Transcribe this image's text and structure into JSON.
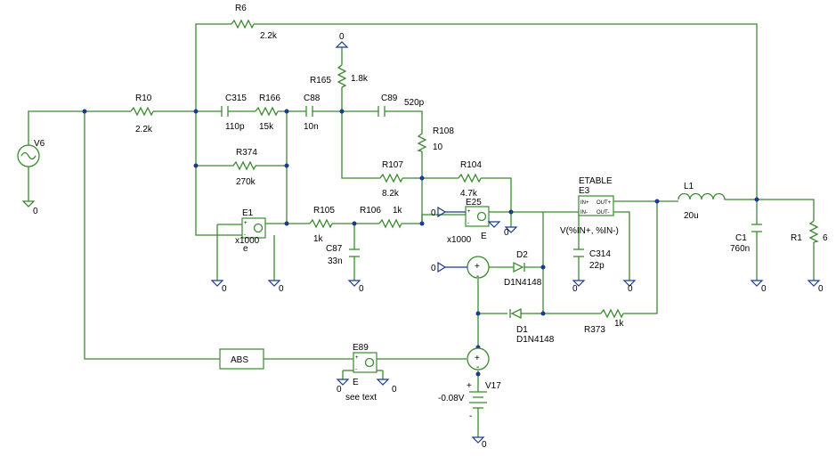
{
  "components": {
    "R6": {
      "ref": "R6",
      "value": "2.2k"
    },
    "R10": {
      "ref": "R10",
      "value": "2.2k"
    },
    "C315": {
      "ref": "C315",
      "value": "110p"
    },
    "R166": {
      "ref": "R166",
      "value": "15k"
    },
    "C88": {
      "ref": "C88",
      "value": "10n"
    },
    "R165": {
      "ref": "R165",
      "value": "1.8k"
    },
    "C89": {
      "ref": "C89",
      "value": "520p"
    },
    "R108": {
      "ref": "R108",
      "value": "10"
    },
    "R374": {
      "ref": "R374",
      "value": "270k"
    },
    "R107": {
      "ref": "R107",
      "value": "8.2k"
    },
    "R104": {
      "ref": "R104",
      "value": "4.7k"
    },
    "R105": {
      "ref": "R105",
      "value": "1k"
    },
    "R106": {
      "ref": "R106",
      "value": "1k"
    },
    "C87": {
      "ref": "C87",
      "value": "33n"
    },
    "E1": {
      "ref": "E1",
      "value": "x1000",
      "type": "e"
    },
    "E25": {
      "ref": "E25",
      "value": "x1000",
      "type": "E"
    },
    "E3": {
      "ref": "E3",
      "model": "ETABLE",
      "expr": "V(%IN+, %IN-)"
    },
    "C314": {
      "ref": "C314",
      "value": "22p"
    },
    "L1": {
      "ref": "L1",
      "value": "20u"
    },
    "C1": {
      "ref": "C1",
      "value": "760n"
    },
    "R1": {
      "ref": "R1",
      "value": "6"
    },
    "D2": {
      "ref": "D2",
      "model": "D1N4148"
    },
    "D1": {
      "ref": "D1",
      "model": "D1N4148"
    },
    "R373": {
      "ref": "R373",
      "value": "1k"
    },
    "ABS": {
      "ref": "ABS"
    },
    "E89": {
      "ref": "E89",
      "type": "E",
      "note": "see text"
    },
    "V17": {
      "ref": "V17",
      "value": "-0.08V"
    },
    "V6": {
      "ref": "V6"
    }
  },
  "ground_label": "0",
  "pin_labels": {
    "plus": "+",
    "minus": "-",
    "out_plus": "OUT+",
    "out_minus": "OUT-",
    "in_plus": "IN+",
    "in_minus": "IN-"
  },
  "colors": {
    "wire": "#3a8a2e",
    "node": "#1c3a8c",
    "text": "#000000",
    "background": "#ffffff"
  }
}
